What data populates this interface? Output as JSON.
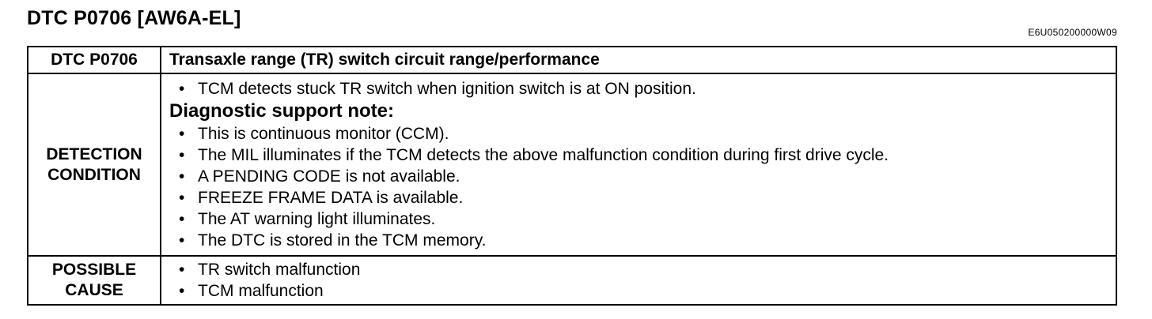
{
  "header": {
    "title": "DTC P0706 [AW6A-EL]",
    "code": "E6U050200000W09"
  },
  "table": {
    "dtc_label": "DTC P0706",
    "dtc_description": "Transaxle range (TR) switch circuit range/performance",
    "detection": {
      "label_line1": "DETECTION",
      "label_line2": "CONDITION",
      "items": [
        "TCM detects stuck TR switch when ignition switch is at ON position."
      ],
      "support_note_heading": "Diagnostic support note:",
      "support_items": [
        "This is continuous monitor (CCM).",
        "The MIL illuminates if the TCM detects the above malfunction condition during first drive cycle.",
        "A PENDING CODE is not available.",
        "FREEZE FRAME DATA is available.",
        "The AT warning light illuminates.",
        "The DTC is stored in the TCM memory."
      ]
    },
    "cause": {
      "label_line1": "POSSIBLE",
      "label_line2": "CAUSE",
      "items": [
        "TR switch malfunction",
        "TCM malfunction"
      ]
    }
  },
  "bullet": "•"
}
